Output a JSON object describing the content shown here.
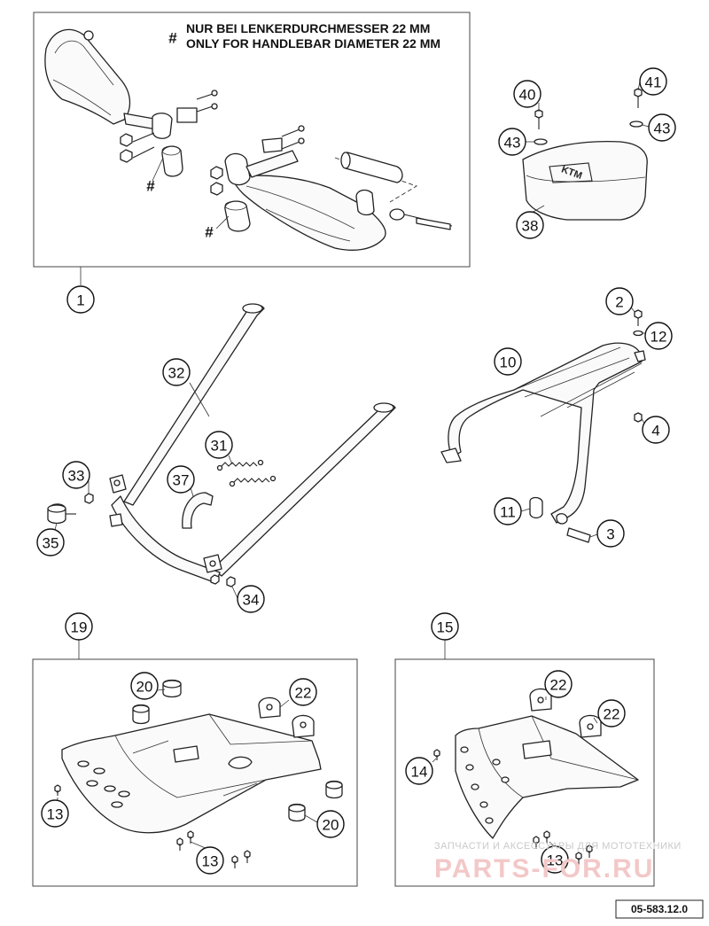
{
  "note": {
    "symbol": "#",
    "line_de": "NUR BEI LENKERDURCHMESSER 22 MM",
    "line_en": "ONLY FOR HANDLEBAR DIAMETER 22 MM"
  },
  "hash_marks": [
    "#",
    "#",
    "#"
  ],
  "callouts": [
    {
      "id": "c1",
      "label": "1"
    },
    {
      "id": "c40",
      "label": "40"
    },
    {
      "id": "c41",
      "label": "41"
    },
    {
      "id": "c43a",
      "label": "43"
    },
    {
      "id": "c43b",
      "label": "43"
    },
    {
      "id": "c38",
      "label": "38"
    },
    {
      "id": "c2",
      "label": "2"
    },
    {
      "id": "c12",
      "label": "12"
    },
    {
      "id": "c10",
      "label": "10"
    },
    {
      "id": "c4",
      "label": "4"
    },
    {
      "id": "c11",
      "label": "11"
    },
    {
      "id": "c3",
      "label": "3"
    },
    {
      "id": "c32",
      "label": "32"
    },
    {
      "id": "c31",
      "label": "31"
    },
    {
      "id": "c37",
      "label": "37"
    },
    {
      "id": "c33",
      "label": "33"
    },
    {
      "id": "c35",
      "label": "35"
    },
    {
      "id": "c34",
      "label": "34"
    },
    {
      "id": "c19",
      "label": "19"
    },
    {
      "id": "c20a",
      "label": "20"
    },
    {
      "id": "c22a",
      "label": "22"
    },
    {
      "id": "c13a",
      "label": "13"
    },
    {
      "id": "c13b",
      "label": "13"
    },
    {
      "id": "c20b",
      "label": "20"
    },
    {
      "id": "c15",
      "label": "15"
    },
    {
      "id": "c22b",
      "label": "22"
    },
    {
      "id": "c22c",
      "label": "22"
    },
    {
      "id": "c14",
      "label": "14"
    },
    {
      "id": "c13c",
      "label": "13"
    }
  ],
  "reference_code": "05-583.12.0",
  "watermark": {
    "tagline": "ЗАПЧАСТИ И АКСЕССУАРЫ ДЛЯ МОТОТЕХНИКИ",
    "brand": "PARTS-FOR.RU"
  },
  "colors": {
    "line": "#222222",
    "watermark_brand": "#f3c8c8",
    "watermark_tagline": "#c9c9c9"
  }
}
